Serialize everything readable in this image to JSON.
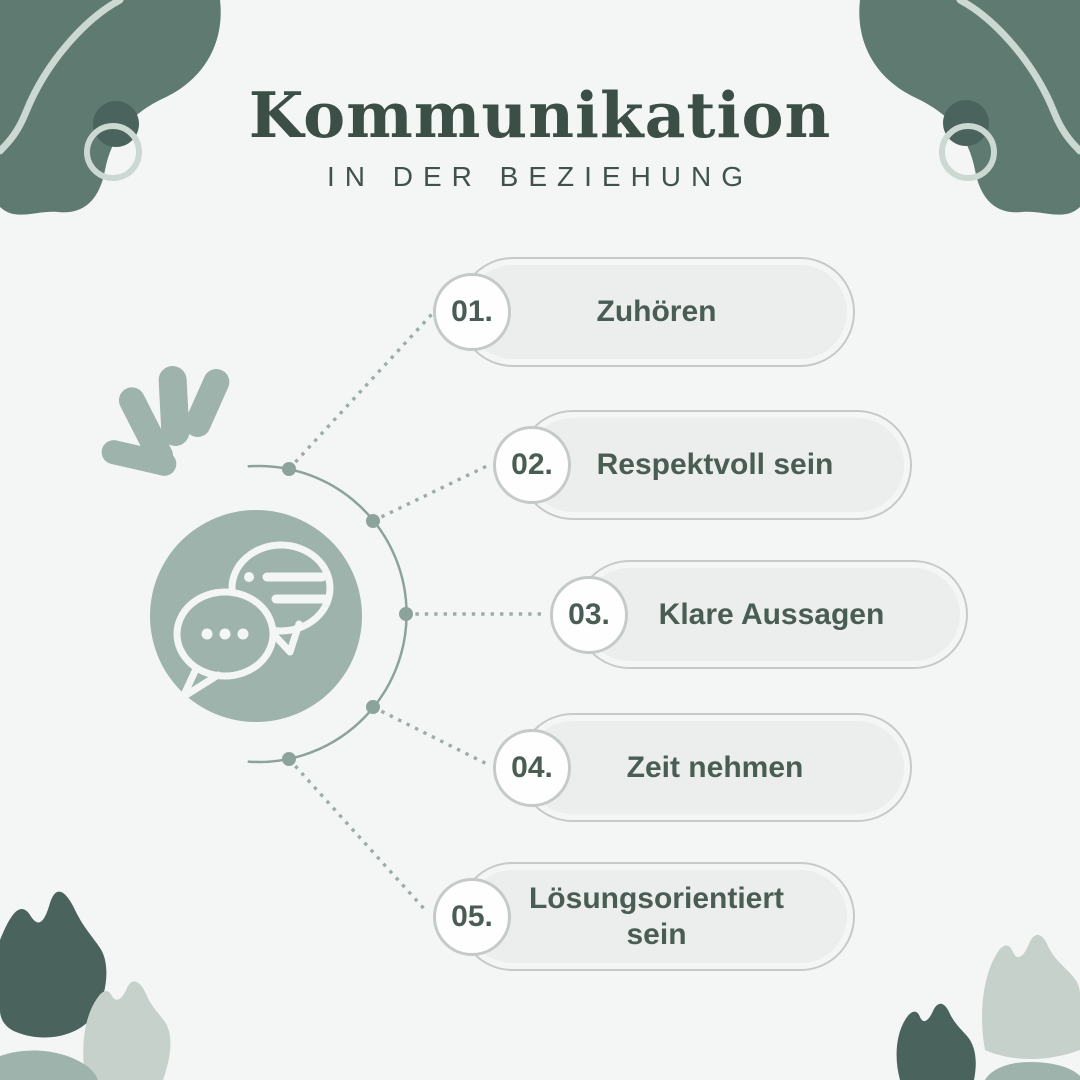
{
  "header": {
    "title": "Kommunikation",
    "subtitle": "IN DER BEZIEHUNG"
  },
  "steps": [
    {
      "number": "01.",
      "label": "Zuhören"
    },
    {
      "number": "02.",
      "label": "Respektvoll sein"
    },
    {
      "number": "03.",
      "label": "Klare Aussagen"
    },
    {
      "number": "04.",
      "label": "Zeit nehmen"
    },
    {
      "number": "05.",
      "label": "Lösungsorientiert sein"
    }
  ],
  "icons": {
    "center": "chat-bubbles-icon",
    "corners": [
      "organic-blob",
      "ring-accent",
      "crown-leaf-shapes",
      "petal-fan"
    ]
  },
  "colors": {
    "background": "#f4f6f5",
    "blob": "#5e7a71",
    "accent_dark": "#4a635c",
    "sage": "#9db3ab",
    "light_sage": "#ccd8d2",
    "pale_sage": "#c6d1cb",
    "pill_fill": "#ebeeec",
    "pill_border": "#c5cac7",
    "circle_fill": "#fdfefd",
    "text": "#4a5d54",
    "title": "#3c4f47",
    "subtitle": "#41524b",
    "node": "#8ba39b",
    "dots": "#9dada6",
    "icon_stroke": "#f3f6f4"
  }
}
